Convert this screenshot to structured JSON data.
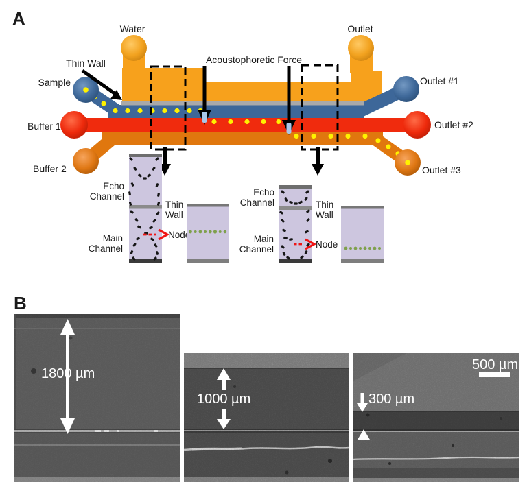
{
  "panel_a": {
    "label": "A",
    "ports": {
      "water": "Water",
      "outlet": "Outlet",
      "sample": "Sample",
      "outlet1": "Outlet #1",
      "buffer1": "Buffer 1",
      "outlet2": "Outlet #2",
      "buffer2": "Buffer 2",
      "outlet3": "Outlet #3"
    },
    "labels": {
      "thin_wall": "Thin Wall",
      "force": "Acoustophoretic Force",
      "echo_1": "Echo",
      "echo_2": "Channel",
      "main_1": "Main",
      "main_2": "Channel",
      "tw_1": "Thin",
      "tw_2": "Wall",
      "node": "Node"
    },
    "colors": {
      "echo_channel": "#F7A11C",
      "sample_channel": "#3D6799",
      "buffer1_channel": "#F02B0D",
      "buffer2_channel": "#E0770E",
      "thin_wall_gray": "#A9A9A9",
      "particle_trace_yellow": "#FFF200",
      "inset_fill": "#CDC6DF",
      "node_green": "#7FA04C",
      "node_arrow_red": "#F01414"
    }
  },
  "panel_b": {
    "label": "B",
    "image1": {
      "measurement": "1800 µm"
    },
    "image2": {
      "measurement": "1000 µm"
    },
    "image3": {
      "measurement": "300 µm",
      "scale_bar": "500 µm"
    }
  }
}
